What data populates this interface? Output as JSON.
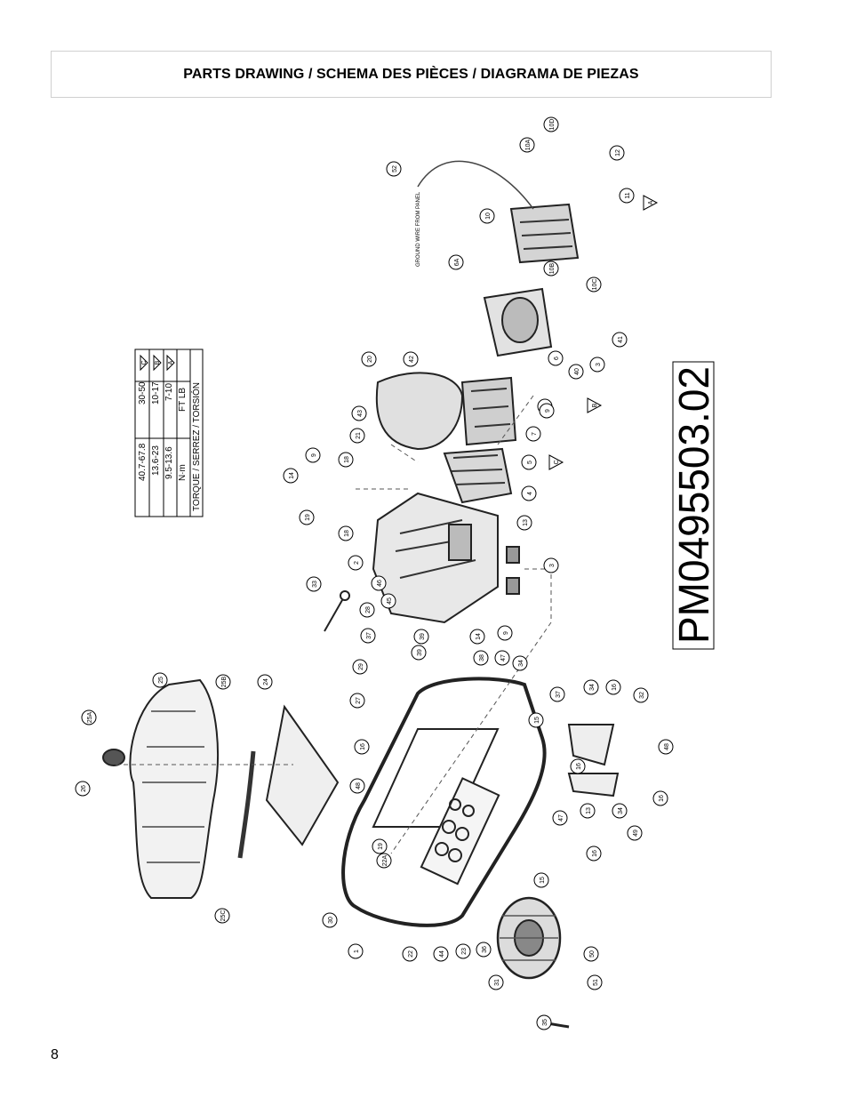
{
  "header": {
    "title": "PARTS DRAWING / SCHEMA DES PIÈCES / DIAGRAMA DE PIEZAS"
  },
  "torque_table": {
    "title": "TORQUE / SERREZ / TORSIÓN",
    "col_headers": [
      "FT LB",
      "N·m"
    ],
    "rows": [
      {
        "mark": "A",
        "ft_lb": "7-10",
        "nm": "9.5-13.6"
      },
      {
        "mark": "B",
        "ft_lb": "10-17",
        "nm": "13.6-23"
      },
      {
        "mark": "C",
        "ft_lb": "30-50",
        "nm": "40.7-67.8"
      }
    ]
  },
  "part_number": "PM0495503.02",
  "ground_wire_label": "GROUND WIRE FROM PANEL",
  "callouts": [
    "1",
    "2",
    "3",
    "3",
    "3",
    "4",
    "5",
    "6",
    "6A",
    "7",
    "8",
    "9",
    "9",
    "9",
    "10",
    "10A",
    "10B",
    "10C",
    "10D",
    "11",
    "12",
    "13",
    "13",
    "13",
    "14",
    "14",
    "15",
    "15",
    "15",
    "16",
    "16",
    "16",
    "16",
    "16",
    "16",
    "18",
    "18",
    "19",
    "19",
    "20",
    "21",
    "22",
    "22A",
    "23",
    "24",
    "25",
    "25A",
    "25B",
    "25C",
    "26",
    "27",
    "28",
    "29",
    "30",
    "31",
    "32",
    "33",
    "34",
    "34",
    "34",
    "35",
    "36",
    "37",
    "37",
    "38",
    "39",
    "39",
    "40",
    "41",
    "42",
    "43",
    "44",
    "45",
    "46",
    "47",
    "47",
    "48",
    "48",
    "49",
    "50",
    "51",
    "52"
  ],
  "torque_marks": [
    "A",
    "B",
    "C"
  ],
  "page_number": "8"
}
